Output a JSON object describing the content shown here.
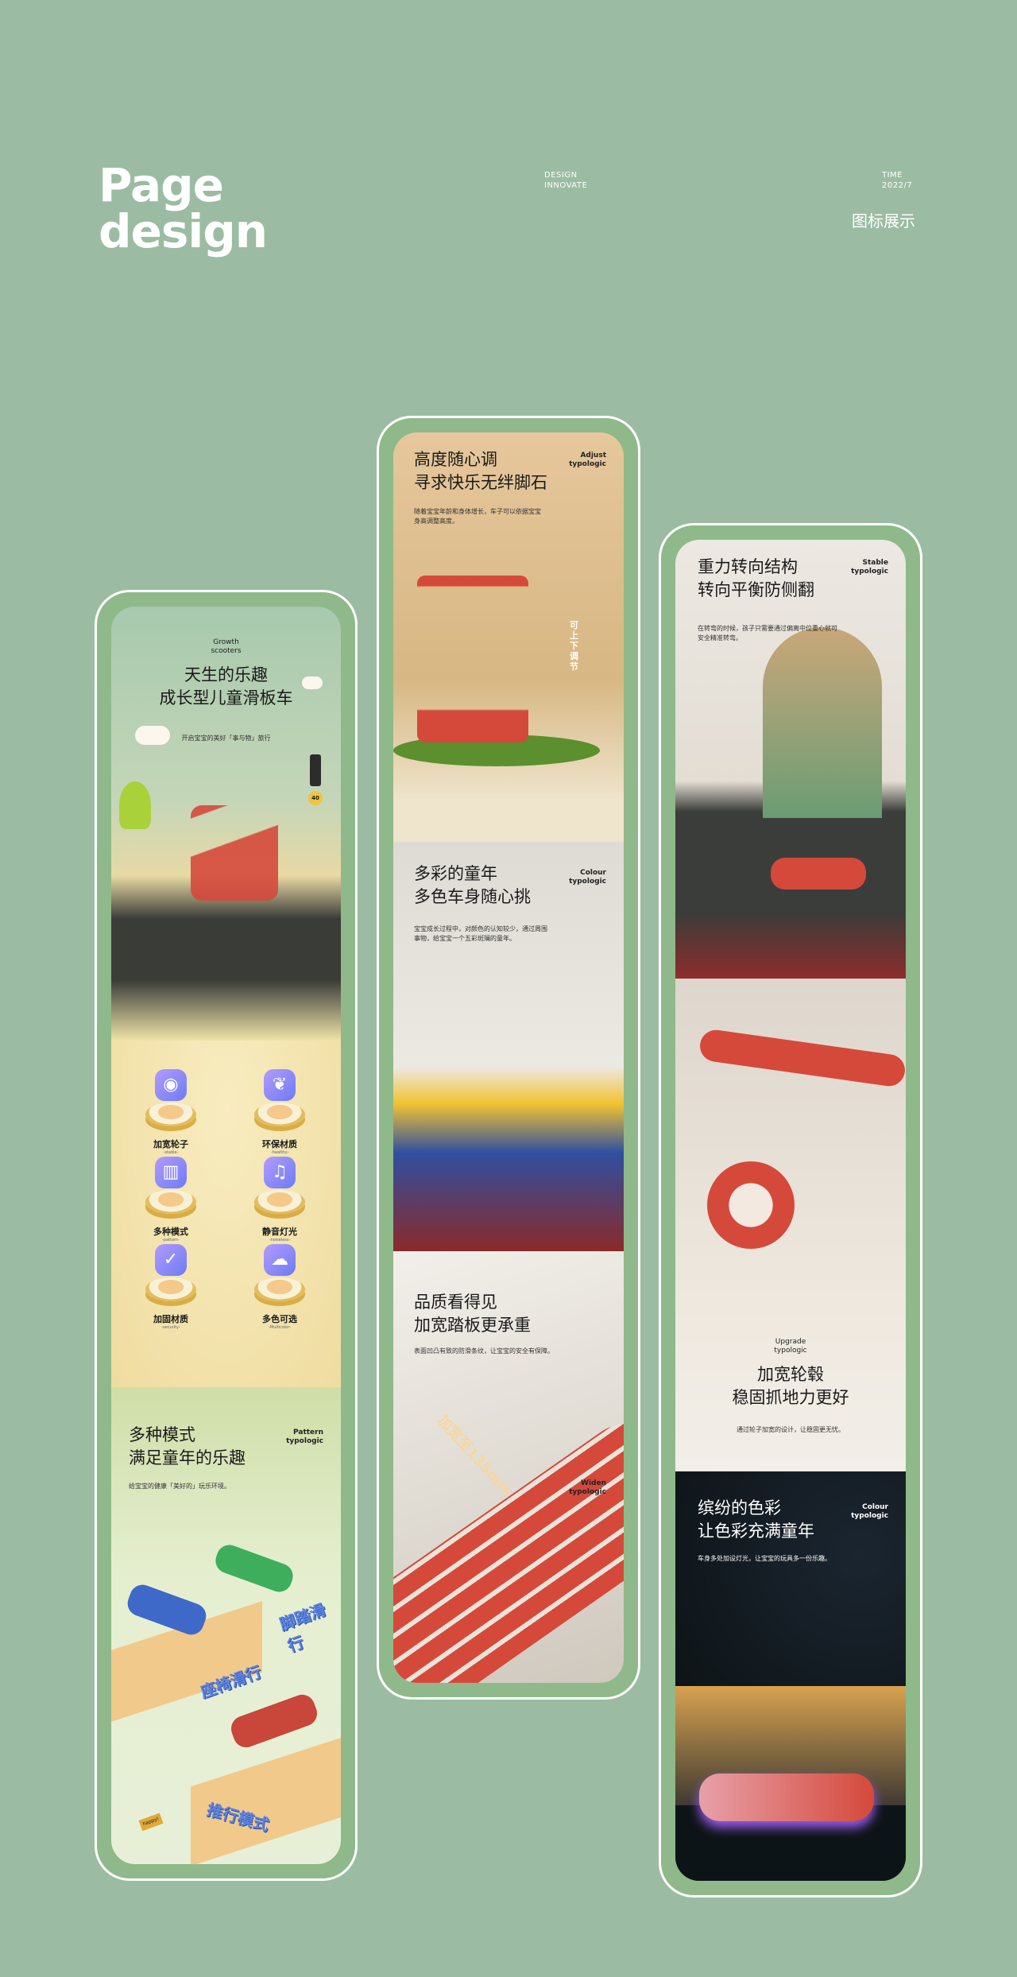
{
  "header": {
    "title_line1": "Page",
    "title_line2": "design",
    "design_line1": "DESIGN",
    "design_line2": "INNOVATE",
    "time_label": "TIME",
    "time_value": "2022/7",
    "section_label": "图标展示"
  },
  "colors": {
    "background": "#9bbca2",
    "frame": "#8fb98a",
    "scooter_red": "#d5493b",
    "icon_purple": "#7b7ef0"
  },
  "left": {
    "hero": {
      "tag_line1": "Growth",
      "tag_line2": "scooters",
      "title_line1": "天生的乐趣",
      "title_line2": "成长型儿童滑板车",
      "desc": "开启宝宝的美好「事与物」旅行",
      "sign": "40"
    },
    "icons": [
      {
        "icon": "wheel-icon",
        "label": "加宽轮子",
        "sub": "-stable-"
      },
      {
        "icon": "leaf-icon",
        "label": "环保材质",
        "sub": "-healthy-"
      },
      {
        "icon": "grid-icon",
        "label": "多种模式",
        "sub": "-pattern-"
      },
      {
        "icon": "music-note-icon",
        "label": "静音灯光",
        "sub": "-noiseless-"
      },
      {
        "icon": "shield-check-icon",
        "label": "加固材质",
        "sub": "-security-"
      },
      {
        "icon": "cloud-icon",
        "label": "多色可选",
        "sub": "-Multicolor-"
      }
    ],
    "modes": {
      "title_line1": "多种模式",
      "title_line2": "满足童年的乐趣",
      "tag_line1": "Pattern",
      "tag_line2": "typologic",
      "desc": "给宝宝的健康「美好的」玩乐环境。",
      "labels": [
        "座椅滑行",
        "脚踏滑行",
        "推行模式"
      ],
      "signpost": "happy!"
    }
  },
  "middle": {
    "adjust": {
      "title_line1": "高度随心调",
      "title_line2": "寻求快乐无绊脚石",
      "tag_line1": "Adjust",
      "tag_line2": "typologic",
      "desc_line1": "随着宝宝年龄和身体增长，车子可以依据宝宝",
      "desc_line2": "身高调整高度。",
      "callout": "可上下调节"
    },
    "colour": {
      "title_line1": "多彩的童年",
      "title_line2": "多色车身随心挑",
      "tag_line1": "Colour",
      "tag_line2": "typologic",
      "desc_line1": "宝宝成长过程中，对颜色的认知较少，通过周围",
      "desc_line2": "事物，给宝宝一个五彩斑斓的童年。"
    },
    "widen": {
      "title_line1": "品质看得见",
      "title_line2": "加宽踏板更承重",
      "desc": "表面凹凸有致的防滑条纹，让宝宝的安全有保障。",
      "callout": "加宽至135mm",
      "tag_line1": "Widen",
      "tag_line2": "typologic"
    }
  },
  "right": {
    "stable": {
      "title_line1": "重力转向结构",
      "title_line2": "转向平衡防侧翻",
      "tag_line1": "Stable",
      "tag_line2": "typologic",
      "desc_line1": "在转弯的时候，孩子只需要通过偏离中位重心就可",
      "desc_line2": "安全精准转弯。"
    },
    "upgrade": {
      "tag_line1": "Upgrade",
      "tag_line2": "typologic",
      "title_line1": "加宽轮毂",
      "title_line2": "稳固抓地力更好",
      "desc": "通过轮子加宽的设计，让稳固更无忧。"
    },
    "lights": {
      "title_line1": "缤纷的色彩",
      "title_line2": "让色彩充满童年",
      "tag_line1": "Colour",
      "tag_line2": "typologic",
      "desc": "车身多处加设灯光，让宝宝的玩具多一份乐趣。"
    }
  }
}
